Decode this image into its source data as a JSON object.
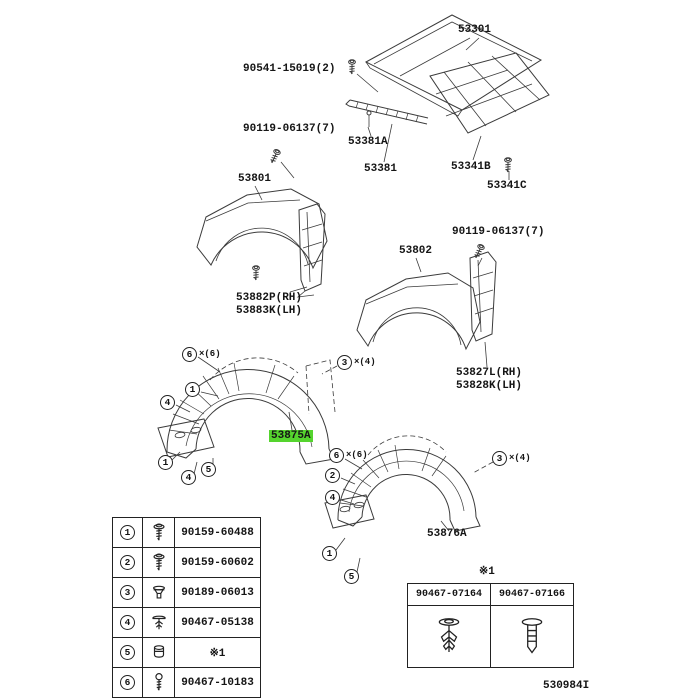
{
  "diagram": {
    "part_labels": {
      "hood": "53301",
      "hood_bolt": "90541-15019(2)",
      "fender_bolt_lh": "90119-06137(7)",
      "hood_seal_clip": "53381A",
      "hood_seal": "53381",
      "hood_insulator": "53341B",
      "insulator_clip": "53341C",
      "fender_lh": "53801",
      "fender_brace_lh_rh": "53882P(RH)",
      "fender_brace_lh_lh": "53883K(LH)",
      "fender_rh": "53802",
      "fender_bolt_rh": "90119-06137(7)",
      "fender_brace_rh_rh": "53827L(RH)",
      "fender_brace_rh_lh": "53828K(LH)",
      "liner_lh": "53875A",
      "liner_rh": "53876A"
    },
    "callouts": [
      {
        "n": "6",
        "qty": "×(6)"
      },
      {
        "n": "1"
      },
      {
        "n": "4"
      },
      {
        "n": "3",
        "qty": "×(4)"
      },
      {
        "n": "1"
      },
      {
        "n": "4"
      },
      {
        "n": "5"
      },
      {
        "n": "6",
        "qty": "×(6)"
      },
      {
        "n": "2"
      },
      {
        "n": "4"
      },
      {
        "n": "3",
        "qty": "×(4)"
      },
      {
        "n": "1"
      },
      {
        "n": "5"
      }
    ]
  },
  "fastener_table": {
    "rows": [
      {
        "num": "1",
        "icon": "screw-washer-icon",
        "part": "90159-60488"
      },
      {
        "num": "2",
        "icon": "screw-washer-icon",
        "part": "90159-60602"
      },
      {
        "num": "3",
        "icon": "grommet-icon",
        "part": "90189-06013"
      },
      {
        "num": "4",
        "icon": "clip-icon",
        "part": "90467-05138"
      },
      {
        "num": "5",
        "icon": "screw-grommet-icon",
        "part": "※1"
      },
      {
        "num": "6",
        "icon": "tapping-screw-icon",
        "part": "90467-10183"
      }
    ]
  },
  "alt_table": {
    "note": "※1",
    "columns": [
      {
        "part": "90467-07164",
        "icon": "push-rivet-icon"
      },
      {
        "part": "90467-07166",
        "icon": "push-rivet2-icon"
      }
    ]
  },
  "footer": {
    "drawing_code": "530984I"
  },
  "colors": {
    "highlight": "#55d42e",
    "line": "#3b3b3b"
  }
}
